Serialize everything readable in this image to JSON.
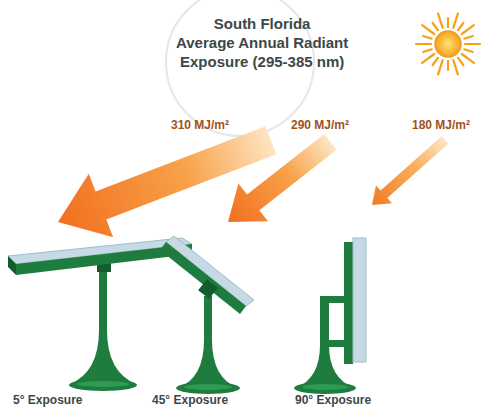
{
  "diagram": {
    "title": "South Florida Average Annual Radiant Exposure (295-385 nm)",
    "labels": [
      "310 MJ/m²",
      "290 MJ/m²",
      "180 MJ/m²",
      "5° Exposure",
      "45° Exposure",
      "90° Exposure"
    ]
  }
}
